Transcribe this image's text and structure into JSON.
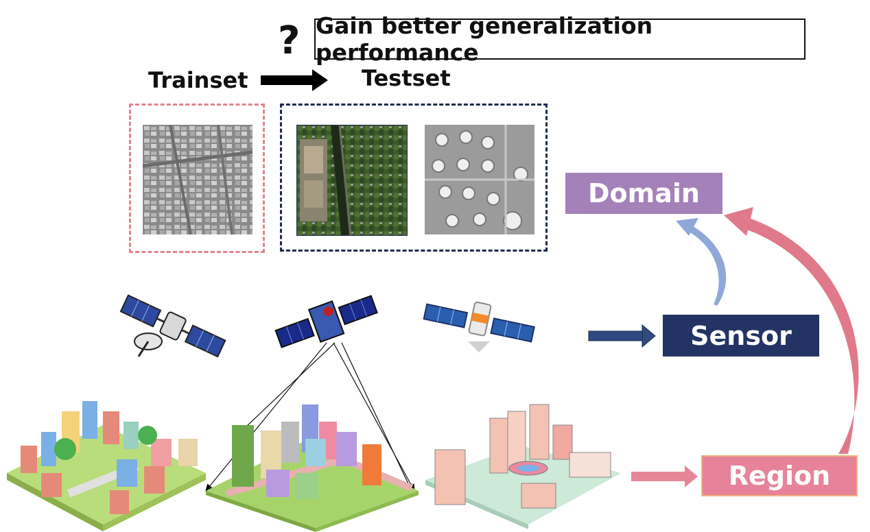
{
  "header": {
    "question_mark": "?",
    "goal_text": "Gain better generalization performance"
  },
  "sets": {
    "train_label": "Trainset",
    "test_label": "Testset"
  },
  "labels": {
    "domain": "Domain",
    "sensor": "Sensor",
    "region": "Region"
  },
  "colors": {
    "train_border": "#e0838e",
    "test_border": "#1e2b4d",
    "domain": "#a581b9",
    "sensor": "#233363",
    "region": "#e6839a",
    "region_arrow": "#e07a8a",
    "sensor_arrow": "#8fa8d8"
  },
  "icons": [
    "satellite-icon",
    "satellite-icon",
    "satellite-icon",
    "city-icon",
    "city-icon",
    "city-icon"
  ]
}
